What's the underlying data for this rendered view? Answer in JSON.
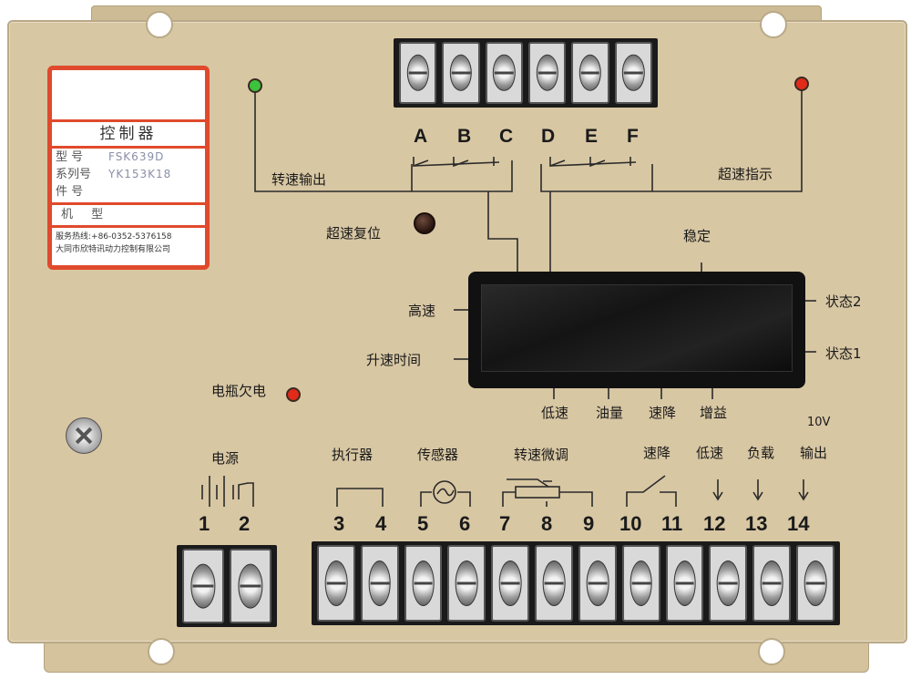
{
  "label_card": {
    "title": "控制器",
    "rows": [
      {
        "key": "型  号",
        "value": "FSK639D"
      },
      {
        "key": "系列号",
        "value": "YK153K18"
      },
      {
        "key": "件  号",
        "value": ""
      }
    ],
    "model_key": "机 型",
    "hotline": "服务热线:+86-0352-5376158",
    "company": "大同市欣特讯动力控制有限公司"
  },
  "top_relays": {
    "letters": [
      "A",
      "B",
      "C",
      "D",
      "E",
      "F"
    ],
    "left_label": "转速输出",
    "right_label": "超速指示"
  },
  "reset_label": "超速复位",
  "display_labels": {
    "top": "稳定",
    "left_high": "高速",
    "left_low": "升速时间",
    "right_top": "状态2",
    "right_bottom": "状态1",
    "bottom": [
      "低速",
      "油量",
      "速降",
      "增益"
    ]
  },
  "battery_label": "电瓶欠电",
  "voltage_label": "10V",
  "bottom_groups": [
    "电源",
    "执行器",
    "传感器",
    "转速微调",
    "速降",
    "低速",
    "负载",
    "输出"
  ],
  "terminal_numbers": [
    "1",
    "2",
    "3",
    "4",
    "5",
    "6",
    "7",
    "8",
    "9",
    "10",
    "11",
    "12",
    "13",
    "14"
  ],
  "colors": {
    "panel": "#d8c7a3",
    "label_border": "#e04a2c",
    "led_green": "#3cc23c",
    "led_red": "#e02a1a"
  },
  "icons": [
    "screw-terminal",
    "mounting-hole",
    "phillips-screw",
    "relay-switch-symbol",
    "arrow-down-icon"
  ]
}
